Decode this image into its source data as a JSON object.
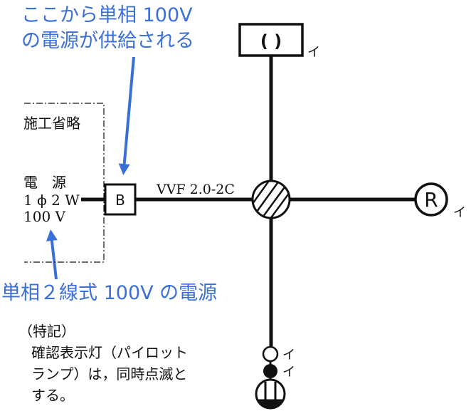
{
  "callouts": {
    "top_line1": "ここから単相 100V",
    "top_line2": "の電源が供給される",
    "bottom": "単相２線式 100V の電源"
  },
  "source_box": {
    "omitted": "施工省略",
    "label1": "電　源",
    "label2": "1 ϕ 2 W",
    "label3": "100 V"
  },
  "devices": {
    "breaker": "B",
    "cable": "VVF 2.0-2C",
    "top_fixture": "( )",
    "receptacle": "R",
    "top_fixture_tag": "イ",
    "receptacle_tag": "イ",
    "pilot_tag": "イ",
    "switch_tag": "イ"
  },
  "notes": {
    "heading": "（特記）",
    "line1": "確認表示灯（パイロット",
    "line2": "ランプ）は，同時点滅と",
    "line3": "する。"
  },
  "colors": {
    "callout_blue": "#3b6fd8",
    "line_black": "#111111"
  }
}
